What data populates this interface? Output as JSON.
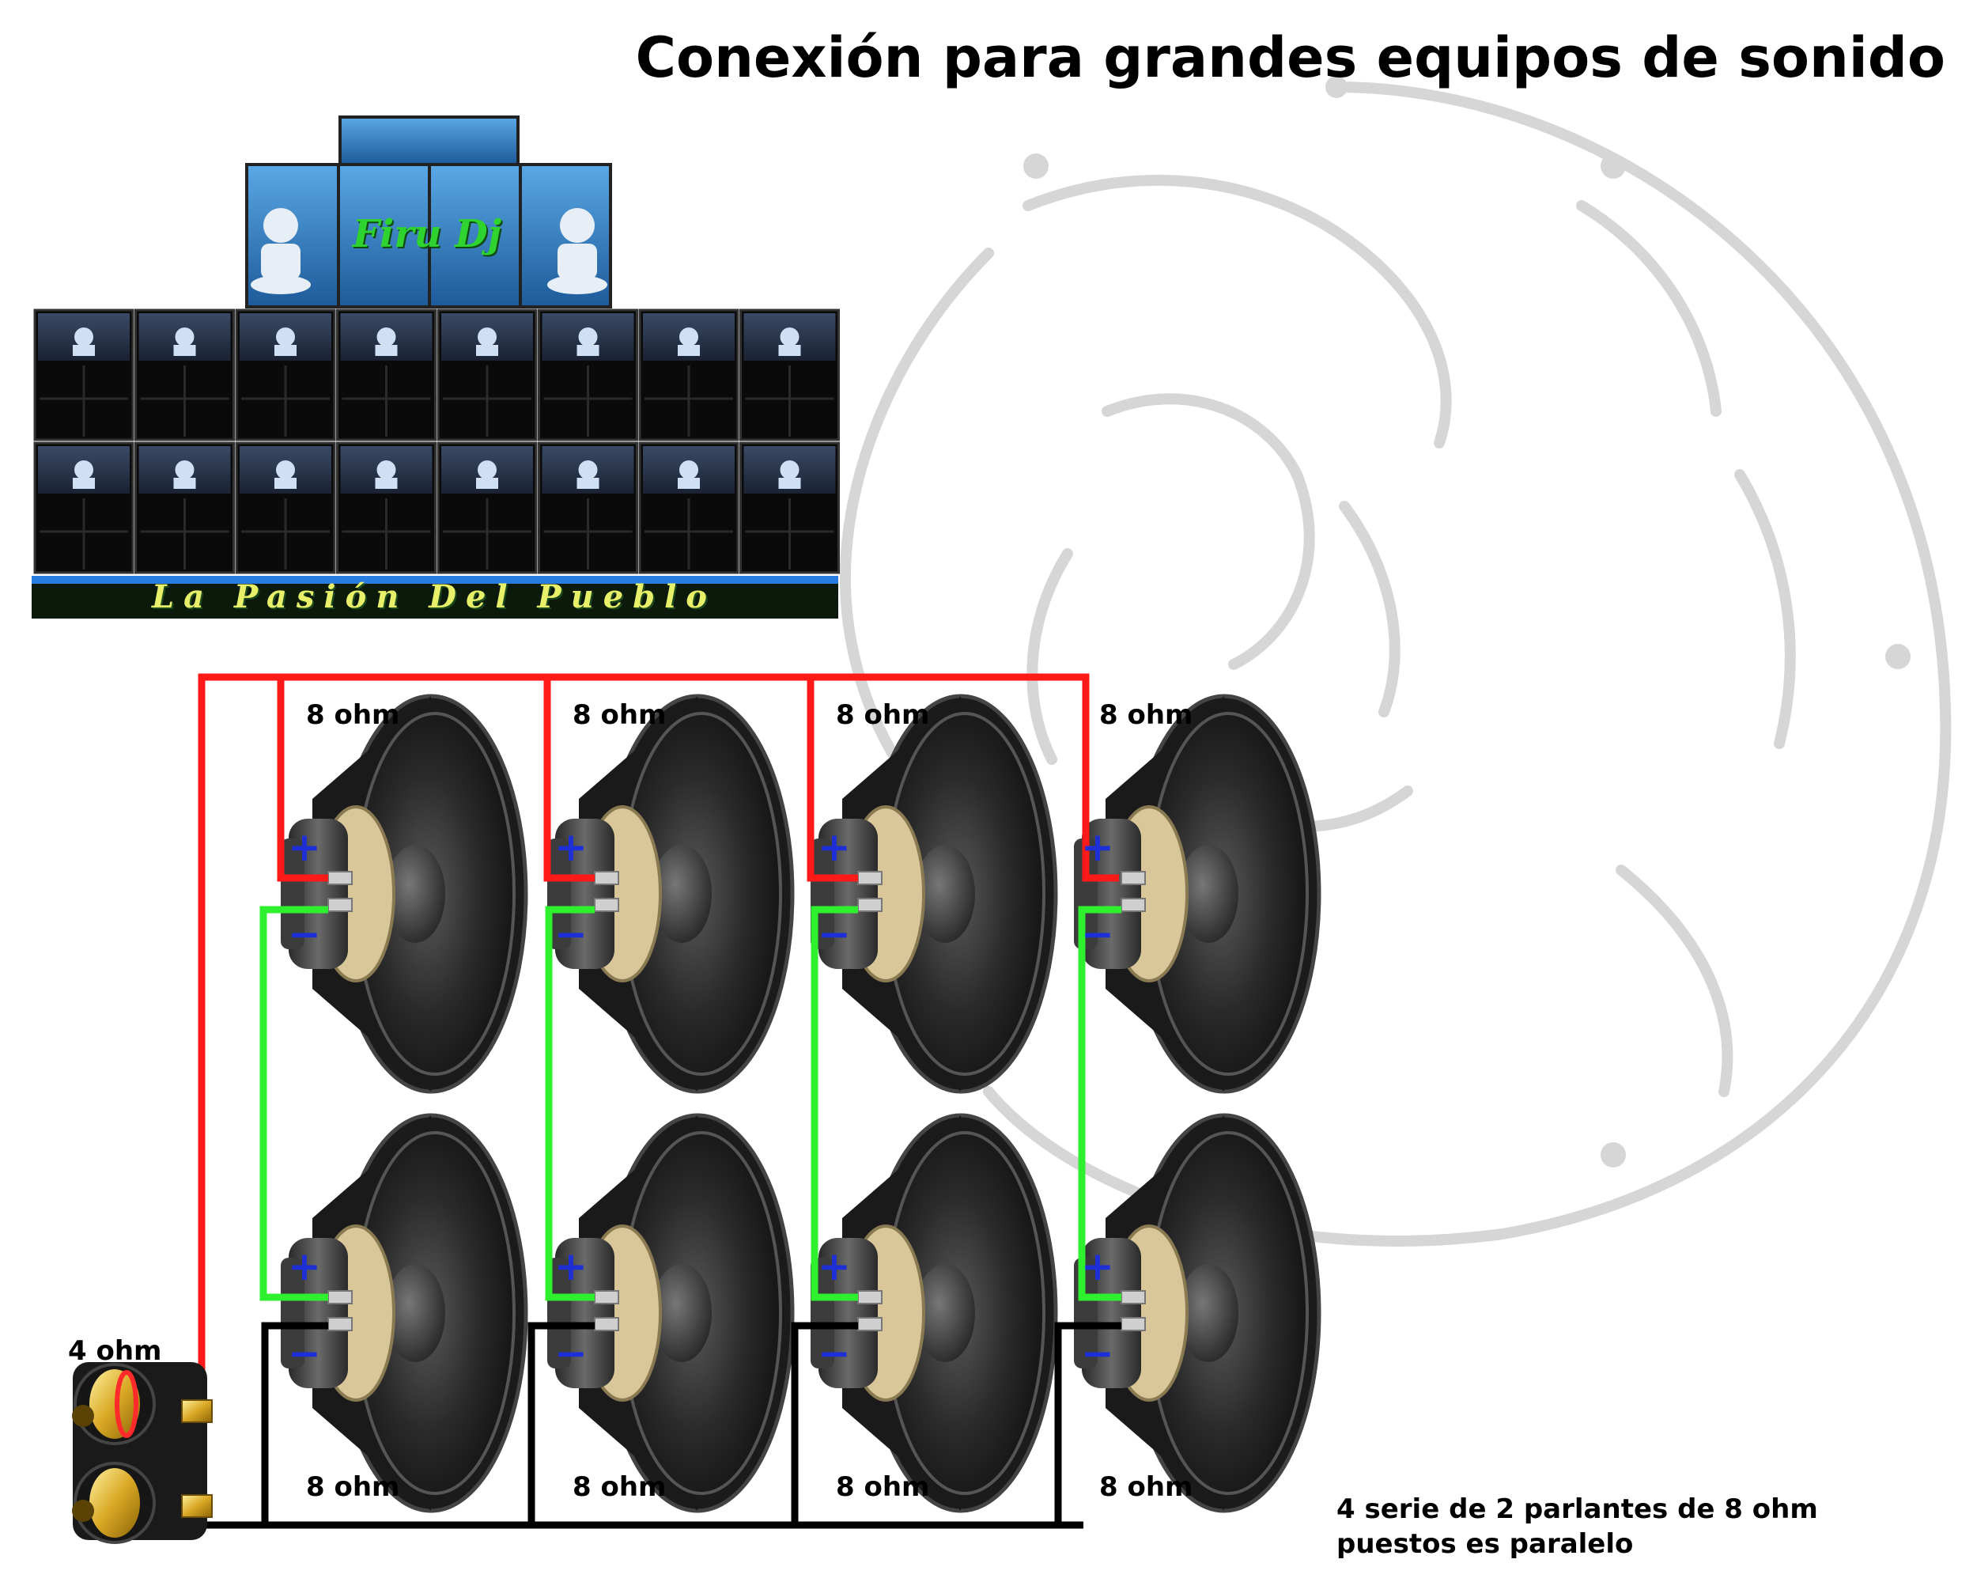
{
  "title": "Conexión para grandes equipos de sonido",
  "stage_banner": {
    "top_label": "Firu Dj",
    "bottom_label": "La Pasión Del Pueblo"
  },
  "speakers": {
    "top_row_label": "8 ohm",
    "bottom_row_label": "8 ohm",
    "plus_symbol": "+",
    "minus_symbol": "−",
    "columns": 4
  },
  "terminal": {
    "impedance_label": "4 ohm"
  },
  "caption": {
    "line1": "4 serie de 2 parlantes de 8 ohm",
    "line2": "puestos es paralelo"
  },
  "colors": {
    "positive_wire": "#ff1a1a",
    "series_wire": "#2ef02e",
    "negative_wire": "#000000",
    "plus_mark": "#1f2fd8",
    "minus_mark": "#1f2fd8",
    "watermark": "#d8d8d8"
  },
  "icons": {
    "speaker": "speaker-icon",
    "terminal": "binding-post-icon",
    "watermark": "horse-head-watermark-icon"
  }
}
